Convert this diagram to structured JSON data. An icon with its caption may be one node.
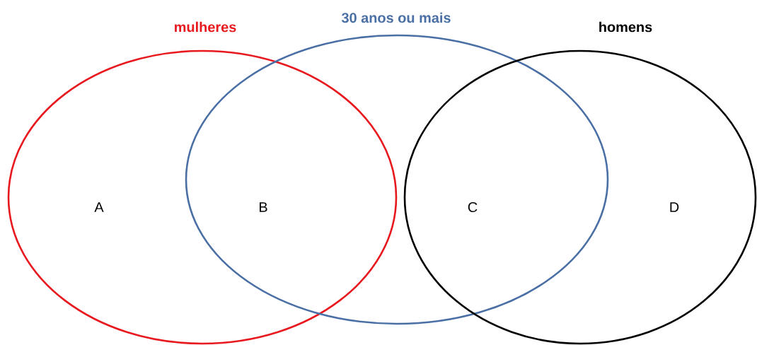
{
  "diagram": {
    "nodes": [
      {
        "text": [
          "mulheres"
        ]
      },
      {
        "text": [
          "30 anos ou mais"
        ]
      },
      {
        "text": [
          "homens"
        ]
      }
    ],
    "labels": [
      "A",
      "B",
      "C",
      "D"
    ]
  }
}
